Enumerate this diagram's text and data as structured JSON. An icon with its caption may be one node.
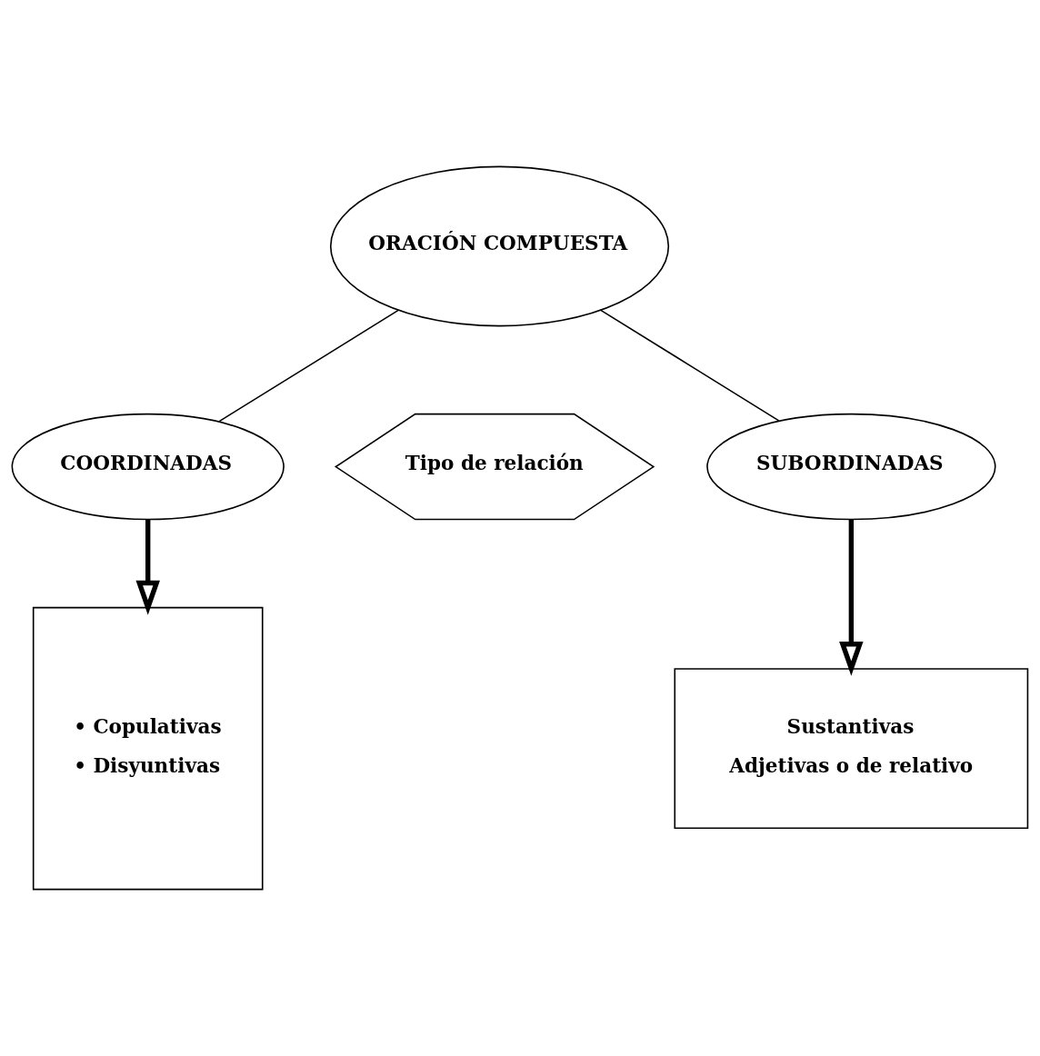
{
  "diagram": {
    "nodes": [
      {
        "text": [
          "ORACIÓN COMPUESTA"
        ]
      },
      {
        "text": [
          "COORDINADAS"
        ]
      },
      {
        "text": [
          "Tipo de relación"
        ]
      },
      {
        "text": [
          "SUBORDINADAS"
        ]
      },
      {
        "text": [
          "• Copulativas",
          "• Disyuntivas"
        ]
      },
      {
        "text": [
          "Sustantivas",
          "Adjetivas o de relativo"
        ]
      }
    ],
    "edges": [
      {
        "from": 0,
        "to": 1,
        "arrow": "none"
      },
      {
        "from": 0,
        "to": 3,
        "arrow": "none"
      },
      {
        "from": 1,
        "to": 4,
        "arrow": "to",
        "style": "thick"
      },
      {
        "from": 3,
        "to": 5,
        "arrow": "to",
        "style": "thick"
      }
    ]
  }
}
